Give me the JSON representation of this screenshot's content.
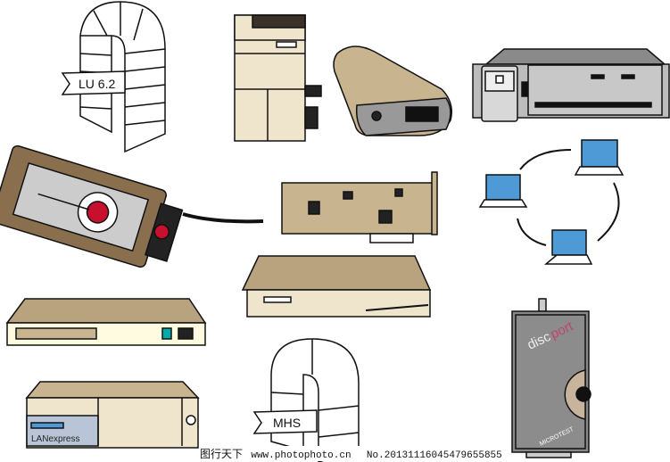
{
  "gateway_top": {
    "label": "LU 6.2"
  },
  "gateway_bottom": {
    "label": "MHS"
  },
  "server_box": {
    "label": "LANexpress"
  },
  "discport": {
    "brand_part1": "disc",
    "brand_part2": "port",
    "maker": "MICROTEST"
  },
  "watermark": {
    "site_name": "图行天下",
    "url": "www.photophoto.cn",
    "number": "No.20131116045479655855"
  },
  "colors": {
    "beige": "#efe4cc",
    "tan": "#c8b48e",
    "brown": "#7a6246",
    "gray": "#a9a9a9",
    "screen_blue": "#4d9ad6",
    "red": "#c8102e"
  }
}
